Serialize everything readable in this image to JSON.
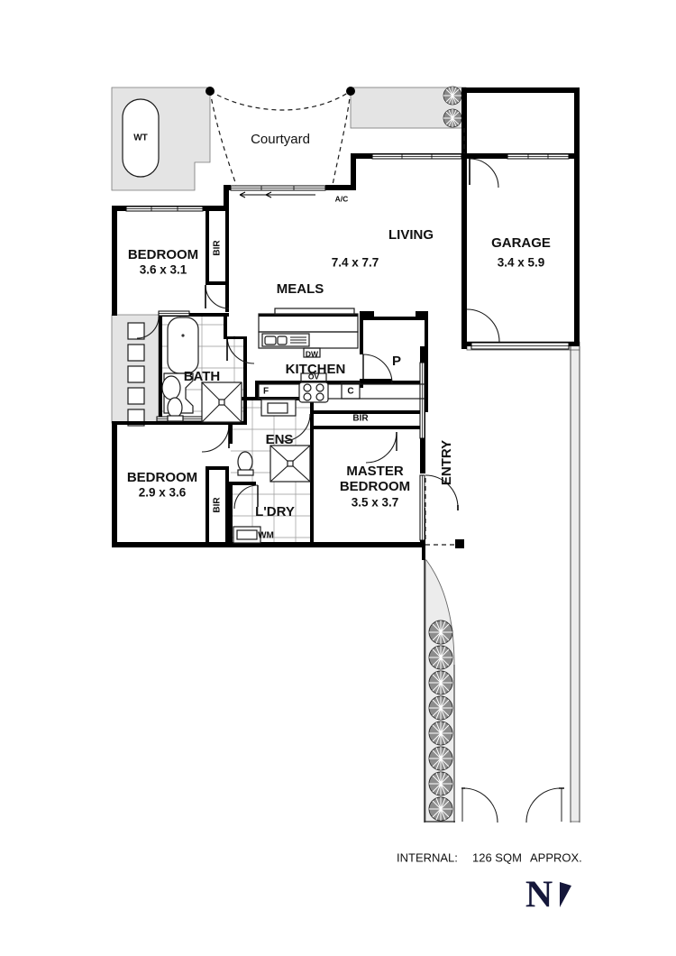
{
  "document": {
    "type": "architectural-floor-plan",
    "title": "Residential Floor Plan"
  },
  "footer": {
    "internal_label": "INTERNAL:",
    "internal_area": "126 SQM",
    "approx_label": "APPROX.",
    "compass_letter": "N"
  },
  "rooms": [
    {
      "id": "courtyard",
      "label": "Courtyard",
      "dims": ""
    },
    {
      "id": "living",
      "label": "LIVING",
      "dims": "7.4 x 7.7"
    },
    {
      "id": "garage",
      "label": "GARAGE",
      "dims": "3.4 x 5.9"
    },
    {
      "id": "bedroom2",
      "label": "BEDROOM",
      "dims": "3.6 x 3.1"
    },
    {
      "id": "bedroom3",
      "label": "BEDROOM",
      "dims": "2.9 x 3.6"
    },
    {
      "id": "master_bedroom",
      "label_line1": "MASTER",
      "label_line2": "BEDROOM",
      "dims": "3.5 x 3.7"
    },
    {
      "id": "meals",
      "label": "MEALS",
      "dims": ""
    },
    {
      "id": "kitchen",
      "label": "KITCHEN",
      "dims": ""
    },
    {
      "id": "bath",
      "label": "BATH",
      "dims": ""
    },
    {
      "id": "ensuite",
      "label": "ENS",
      "dims": ""
    },
    {
      "id": "laundry",
      "label": "L'DRY",
      "dims": ""
    },
    {
      "id": "entry",
      "label": "ENTRY",
      "dims": ""
    }
  ],
  "annotations": {
    "water_tank": "WT",
    "air_conditioner": "A/C",
    "dishwasher": "DW",
    "oven": "OV",
    "fridge": "F",
    "cupboard": "C",
    "pantry": "P",
    "washing_machine": "WM",
    "bir_bedroom2": "BIR",
    "bir_bedroom3": "BIR",
    "bir_master": "BIR"
  },
  "colors": {
    "wall": "#000000",
    "paper": "#ffffff",
    "paving": "#e4e4e4",
    "tile_line": "#999999",
    "compass": "#15173a",
    "text": "#111111"
  }
}
